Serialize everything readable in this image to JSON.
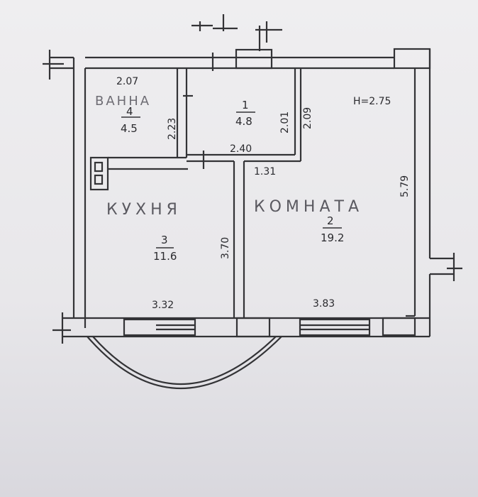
{
  "plan": {
    "height_note": "H=2.75",
    "rooms": [
      {
        "id": "bath",
        "number": "4",
        "area": "4.5",
        "handwritten": "ВАННА"
      },
      {
        "id": "hall",
        "number": "1",
        "area": "4.8"
      },
      {
        "id": "kitchen",
        "number": "3",
        "area": "11.6",
        "handwritten": "КУХНЯ"
      },
      {
        "id": "room",
        "number": "2",
        "area": "19.2",
        "handwritten": "КОМНАТА"
      }
    ],
    "dimensions": {
      "bath_width": "2.07",
      "bath_depth": "2.23",
      "hall_depth_left": "2.01",
      "hall_depth_right": "2.09",
      "hall_width": "2.40",
      "hall_opening": "1.31",
      "kitchen_depth": "3.70",
      "room_depth": "5.79",
      "kitchen_width": "3.32",
      "room_width": "3.83"
    }
  },
  "colors": {
    "paper_top": "#e9e8ea",
    "paper_bottom": "#dcdbe0",
    "line": "#333336"
  }
}
